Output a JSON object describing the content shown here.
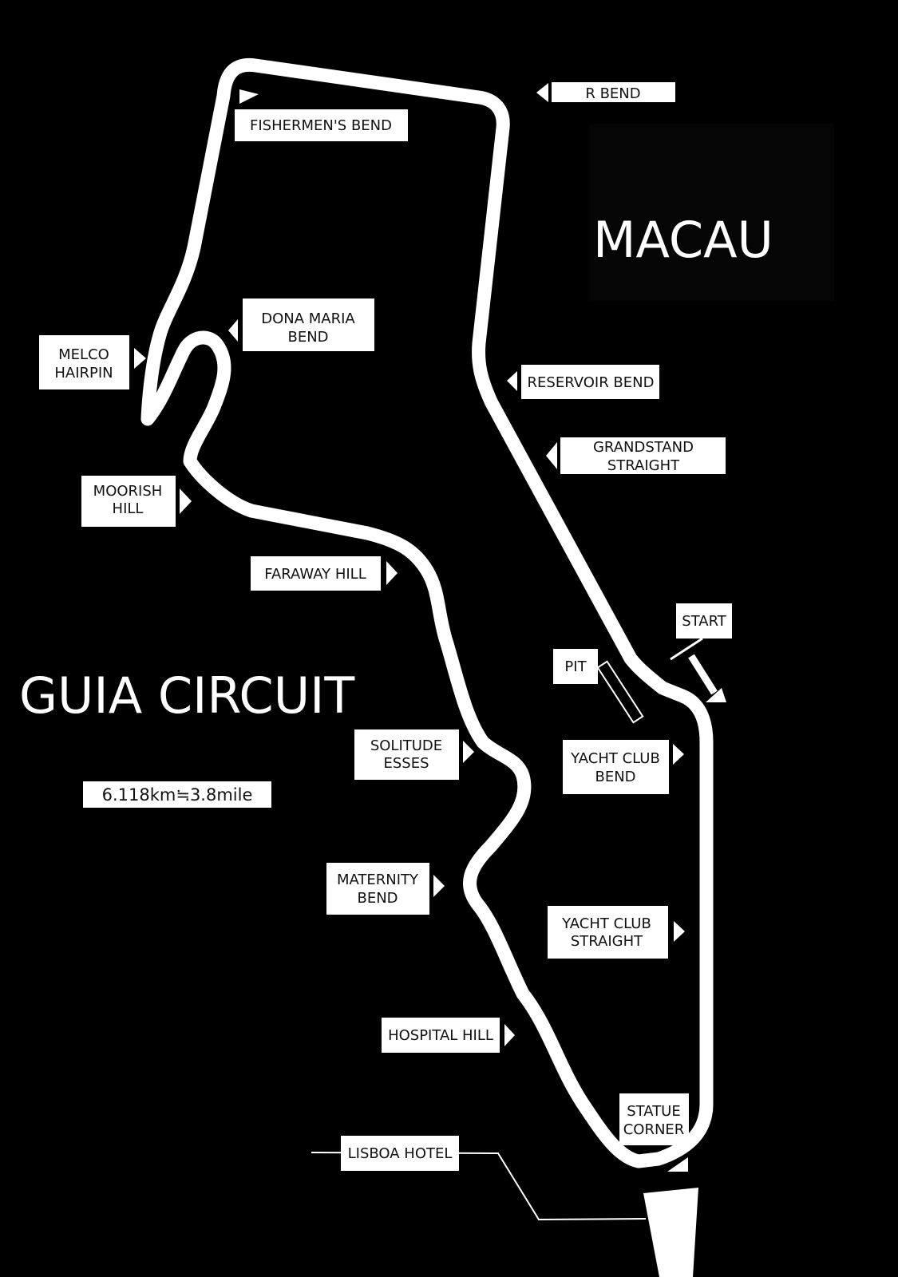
{
  "title": "MACAU",
  "subtitle": "GUIA CIRCUIT",
  "length": "6.118km≒3.8mile",
  "labels": {
    "r_bend": "R BEND",
    "fishermens_bend": "FISHERMEN'S BEND",
    "dona_maria_1": "DONA MARIA",
    "dona_maria_2": "BEND",
    "melco_1": "MELCO",
    "melco_2": "HAIRPIN",
    "reservoir_bend": "RESERVOIR BEND",
    "grandstand_1": "GRANDSTAND",
    "grandstand_2": "STRAIGHT",
    "moorish_1": "MOORISH",
    "moorish_2": "HILL",
    "faraway_hill": "FARAWAY HILL",
    "start": "START",
    "pit": "PIT",
    "solitude_1": "SOLITUDE",
    "solitude_2": "ESSES",
    "yacht_club_bend_1": "YACHT CLUB",
    "yacht_club_bend_2": "BEND",
    "maternity_1": "MATERNITY",
    "maternity_2": "BEND",
    "yacht_club_straight_1": "YACHT CLUB",
    "yacht_club_straight_2": "STRAIGHT",
    "hospital_hill": "HOSPITAL HILL",
    "statue_1": "STATUE",
    "statue_2": "CORNER",
    "lisboa_hotel": "LISBOA HOTEL"
  },
  "colors": {
    "background": "#000000",
    "track": "#ffffff",
    "label_box": "#ffffff",
    "label_text": "#111111"
  }
}
